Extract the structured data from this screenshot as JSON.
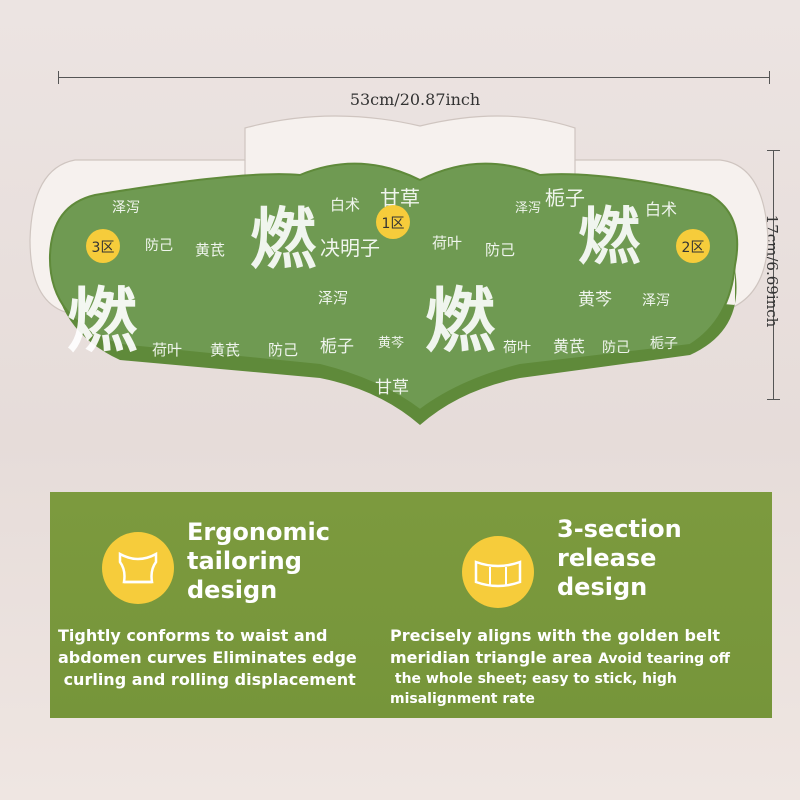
{
  "dimensions": {
    "width_label": "53cm/20.87inch",
    "height_label": "17cm/6.69inch"
  },
  "patch": {
    "colors": {
      "green": "#6f9a52",
      "dark_green": "#5f8a3a",
      "badge": "#f6cc3b",
      "text": "#ffffff"
    },
    "zones": [
      "3区",
      "1区",
      "2区"
    ],
    "big_char": "燃",
    "herbs": [
      "白术",
      "甘草",
      "泽泻",
      "栀子",
      "荷叶",
      "防己",
      "黄芪",
      "决明子",
      "黄芩"
    ]
  },
  "features": [
    {
      "icon": "waist-curve-icon",
      "title_lines": [
        "Ergonomic",
        "tailoring",
        "design"
      ],
      "description_lines": [
        "Tightly conforms to waist and",
        "abdomen  curves Eliminates edge",
        " curling and rolling displacement"
      ]
    },
    {
      "icon": "belt-section-icon",
      "title_lines": [
        "3-section",
        "release",
        "design"
      ],
      "description_main": [
        "Precisely aligns with the golden belt",
        "meridian triangle area"
      ],
      "description_small": [
        "Avoid tearing off",
        " the whole sheet; easy to stick, high",
        "misalignment rate"
      ]
    }
  ],
  "panel_color": "#78963b"
}
